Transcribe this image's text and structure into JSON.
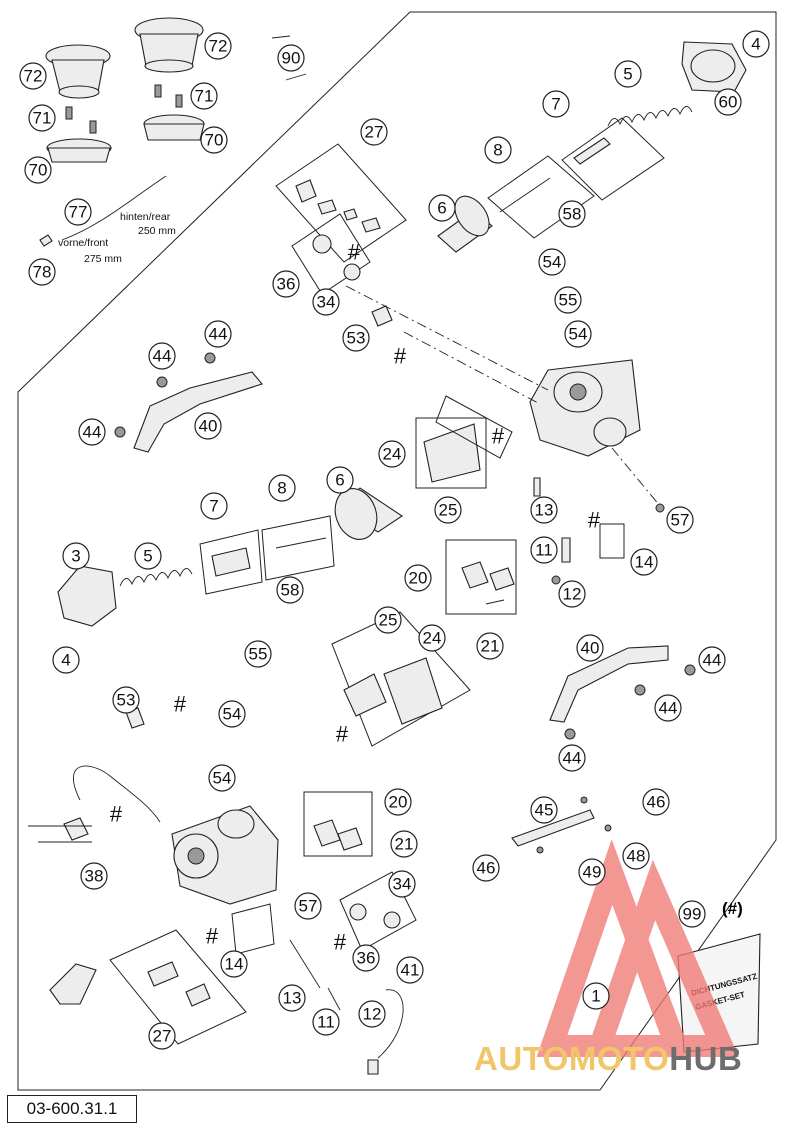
{
  "document": {
    "number": "03-600.31.1"
  },
  "callouts": {
    "c72a": "72",
    "c72b": "72",
    "c90": "90",
    "c4a": "4",
    "c71a": "71",
    "c71b": "71",
    "c70a": "70",
    "c70b": "70",
    "c5a": "5",
    "c60": "60",
    "c7a": "7",
    "c27a": "27",
    "c8a": "8",
    "c6a": "6",
    "c58a": "58",
    "c77": "77",
    "c78": "78",
    "c36a": "36",
    "c34a": "34",
    "c54a": "54",
    "c55a": "55",
    "c54b": "54",
    "c53a": "53",
    "c44a": "44",
    "c44b": "44",
    "c44c": "44",
    "c40a": "40",
    "c24a": "24",
    "c25a": "25",
    "c13a": "13",
    "c57a": "57",
    "c7b": "7",
    "c8b": "8",
    "c6b": "6",
    "c3": "3",
    "c5b": "5",
    "c58b": "58",
    "c4b": "4",
    "c20a": "20",
    "c11a": "11",
    "c14a": "14",
    "c12a": "12",
    "c21a": "21",
    "c25b": "25",
    "c24b": "24",
    "c55b": "55",
    "c54c": "54",
    "c53b": "53",
    "c54d": "54",
    "c40b": "40",
    "c44d": "44",
    "c44e": "44",
    "c44f": "44",
    "c20b": "20",
    "c21b": "21",
    "c38": "38",
    "c45": "45",
    "c46a": "46",
    "c46b": "46",
    "c48": "48",
    "c49": "49",
    "c34b": "34",
    "c57b": "57",
    "c36b": "36",
    "c14b": "14",
    "c41": "41",
    "c13b": "13",
    "c11b": "11",
    "c12b": "12",
    "c27b": "27",
    "c99": "99",
    "c1": "1"
  },
  "notes": {
    "rear_label": "hinten/rear",
    "rear_length": "250 mm",
    "front_label": "vorne/front",
    "front_length": "275 mm",
    "gasket_set_ref": "(#)",
    "gasket_set_de": "DICHTUNGSSATZ",
    "gasket_set_en": "GASKET-SET",
    "hash": "#"
  },
  "watermark": {
    "part_a": "AUTOMOTO",
    "part_b": "HUB",
    "colors": {
      "triangle": "#f07a76",
      "text_a": "#f2c56a",
      "text_b": "#6d6d6d"
    }
  }
}
